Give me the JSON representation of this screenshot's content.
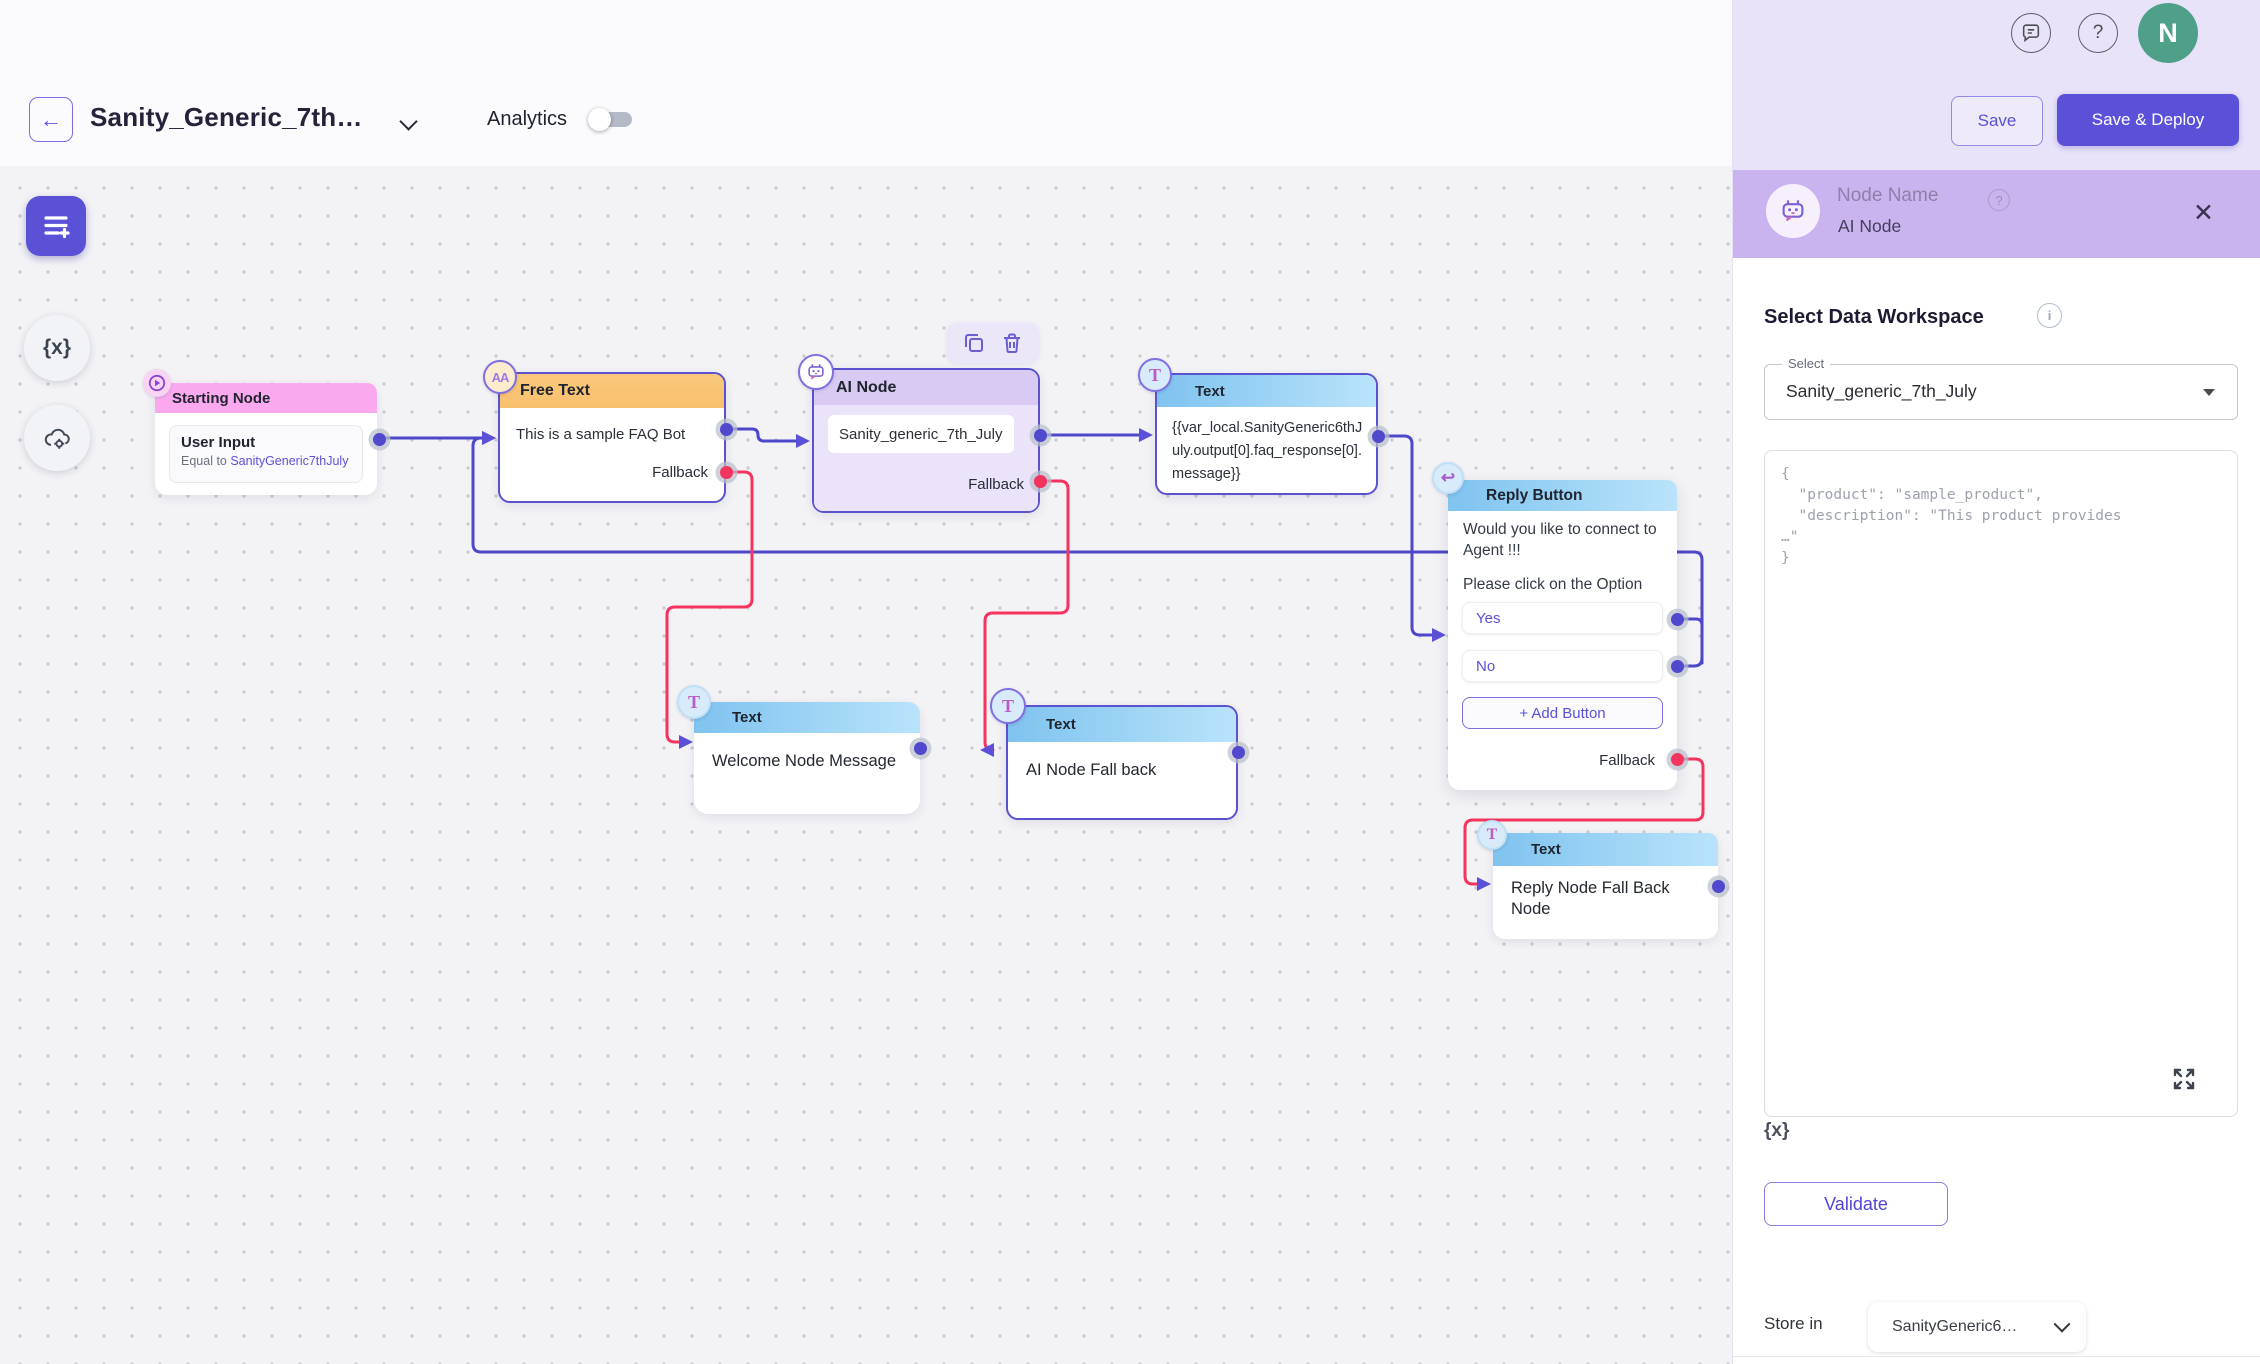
{
  "icons": {
    "back": "←",
    "close": "✕",
    "help": "?",
    "reply_badge": "↩",
    "t_badge": "T",
    "aa_badge": "AA",
    "variables": "{x}"
  },
  "header": {
    "title": "Sanity_Generic_7th…",
    "analytics_label": "Analytics"
  },
  "topbar_right": {
    "save_label": "Save",
    "save_deploy_label": "Save & Deploy",
    "avatar_initial": "N"
  },
  "canvas": {
    "nodes": {
      "starting": {
        "title": "Starting Node",
        "card_title": "User Input",
        "condition_prefix": "Equal to ",
        "condition_value": "SanityGeneric7thJuly"
      },
      "free_text": {
        "title": "Free Text",
        "body": "This is a sample FAQ Bot",
        "fallback_label": "Fallback"
      },
      "ai": {
        "title": "AI Node",
        "value": "Sanity_generic_7th_July",
        "fallback_label": "Fallback"
      },
      "text_var": {
        "title": "Text",
        "body": "{{var_local.SanityGeneric6thJuly.output[0].faq_response[0].message}}"
      },
      "reply": {
        "title": "Reply Button",
        "question": "Would you like to connect to Agent !!!",
        "instruction": "Please click on the Option",
        "buttons": [
          "Yes",
          "No"
        ],
        "add_button_label": "+ Add Button",
        "fallback_label": "Fallback"
      },
      "welcome": {
        "title": "Text",
        "body": "Welcome Node Message"
      },
      "ai_fallback": {
        "title": "Text",
        "body": "AI Node Fall back"
      },
      "reply_fallback": {
        "title": "Text",
        "body": "Reply Node Fall Back Node"
      }
    },
    "colors": {
      "edge_purple": "#4d47c9",
      "edge_red": "#f4335f",
      "primary": "#5b51d8"
    }
  },
  "panel": {
    "header": {
      "label": "Node Name",
      "value": "AI Node"
    },
    "workspace": {
      "section_title": "Select Data Workspace",
      "select_label": "Select",
      "select_value": "Sanity_generic_7th_July"
    },
    "code_lines": [
      "{",
      "  \"product\": \"sample_product\",",
      "  \"description\": \"This product provides",
      "…\"",
      "}"
    ],
    "validate_label": "Validate",
    "store_in_label": "Store in",
    "store_in_value": "SanityGeneric6…"
  }
}
